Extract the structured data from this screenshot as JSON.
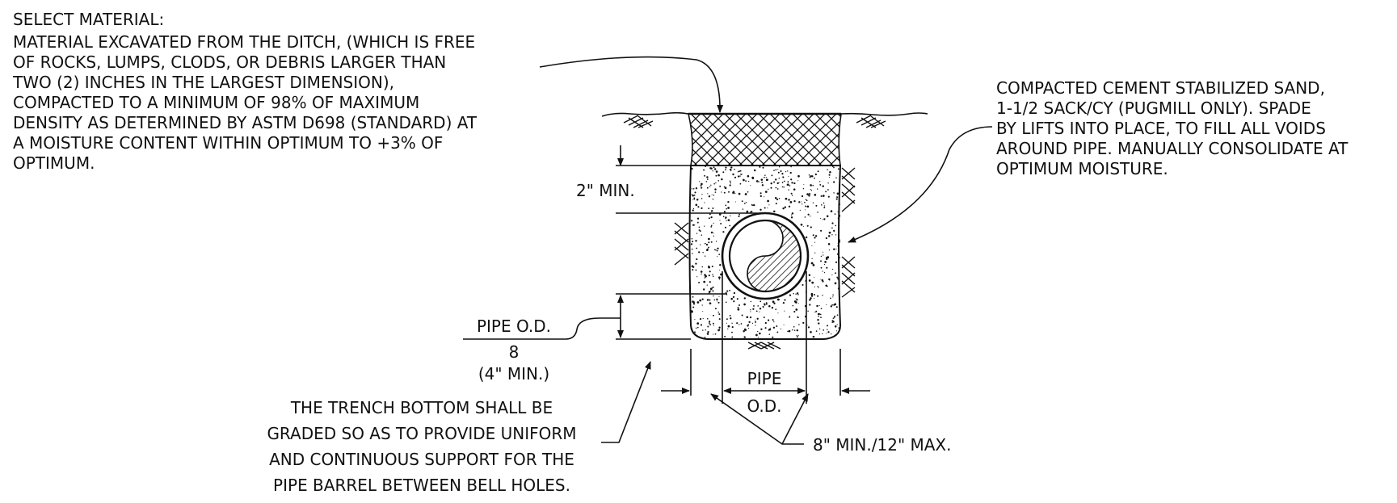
{
  "notes": {
    "select_material": {
      "heading": "SELECT MATERIAL:",
      "lines": [
        "MATERIAL EXCAVATED FROM THE DITCH, (WHICH IS FREE",
        "OF ROCKS, LUMPS, CLODS, OR DEBRIS LARGER THAN",
        "TWO (2) INCHES IN THE LARGEST DIMENSION),",
        "COMPACTED TO A MINIMUM OF 98% OF MAXIMUM",
        "DENSITY AS DETERMINED BY ASTM D698 (STANDARD) AT",
        "A MOISTURE CONTENT WITHIN OPTIMUM TO +3% OF",
        "OPTIMUM."
      ]
    },
    "cement_sand": {
      "lines": [
        "COMPACTED CEMENT STABILIZED SAND,",
        "1-1/2 SACK/CY (PUGMILL ONLY). SPADE",
        "BY LIFTS INTO PLACE, TO FILL ALL VOIDS",
        "AROUND PIPE. MANUALLY CONSOLIDATE AT",
        "OPTIMUM MOISTURE."
      ]
    },
    "trench_bottom": {
      "lines": [
        "THE TRENCH BOTTOM SHALL BE",
        "GRADED SO AS TO PROVIDE UNIFORM",
        "AND CONTINUOUS SUPPORT FOR THE",
        "PIPE BARREL BETWEEN BELL HOLES."
      ]
    }
  },
  "dimensions": {
    "cover_min": "2\" MIN.",
    "bedding_numerator": "PIPE O.D.",
    "bedding_denominator": "8",
    "bedding_min": "(4\" MIN.)",
    "pipe_od_line1": "PIPE",
    "pipe_od_line2": "O.D.",
    "side_clearance": "8\" MIN./12\" MAX."
  }
}
